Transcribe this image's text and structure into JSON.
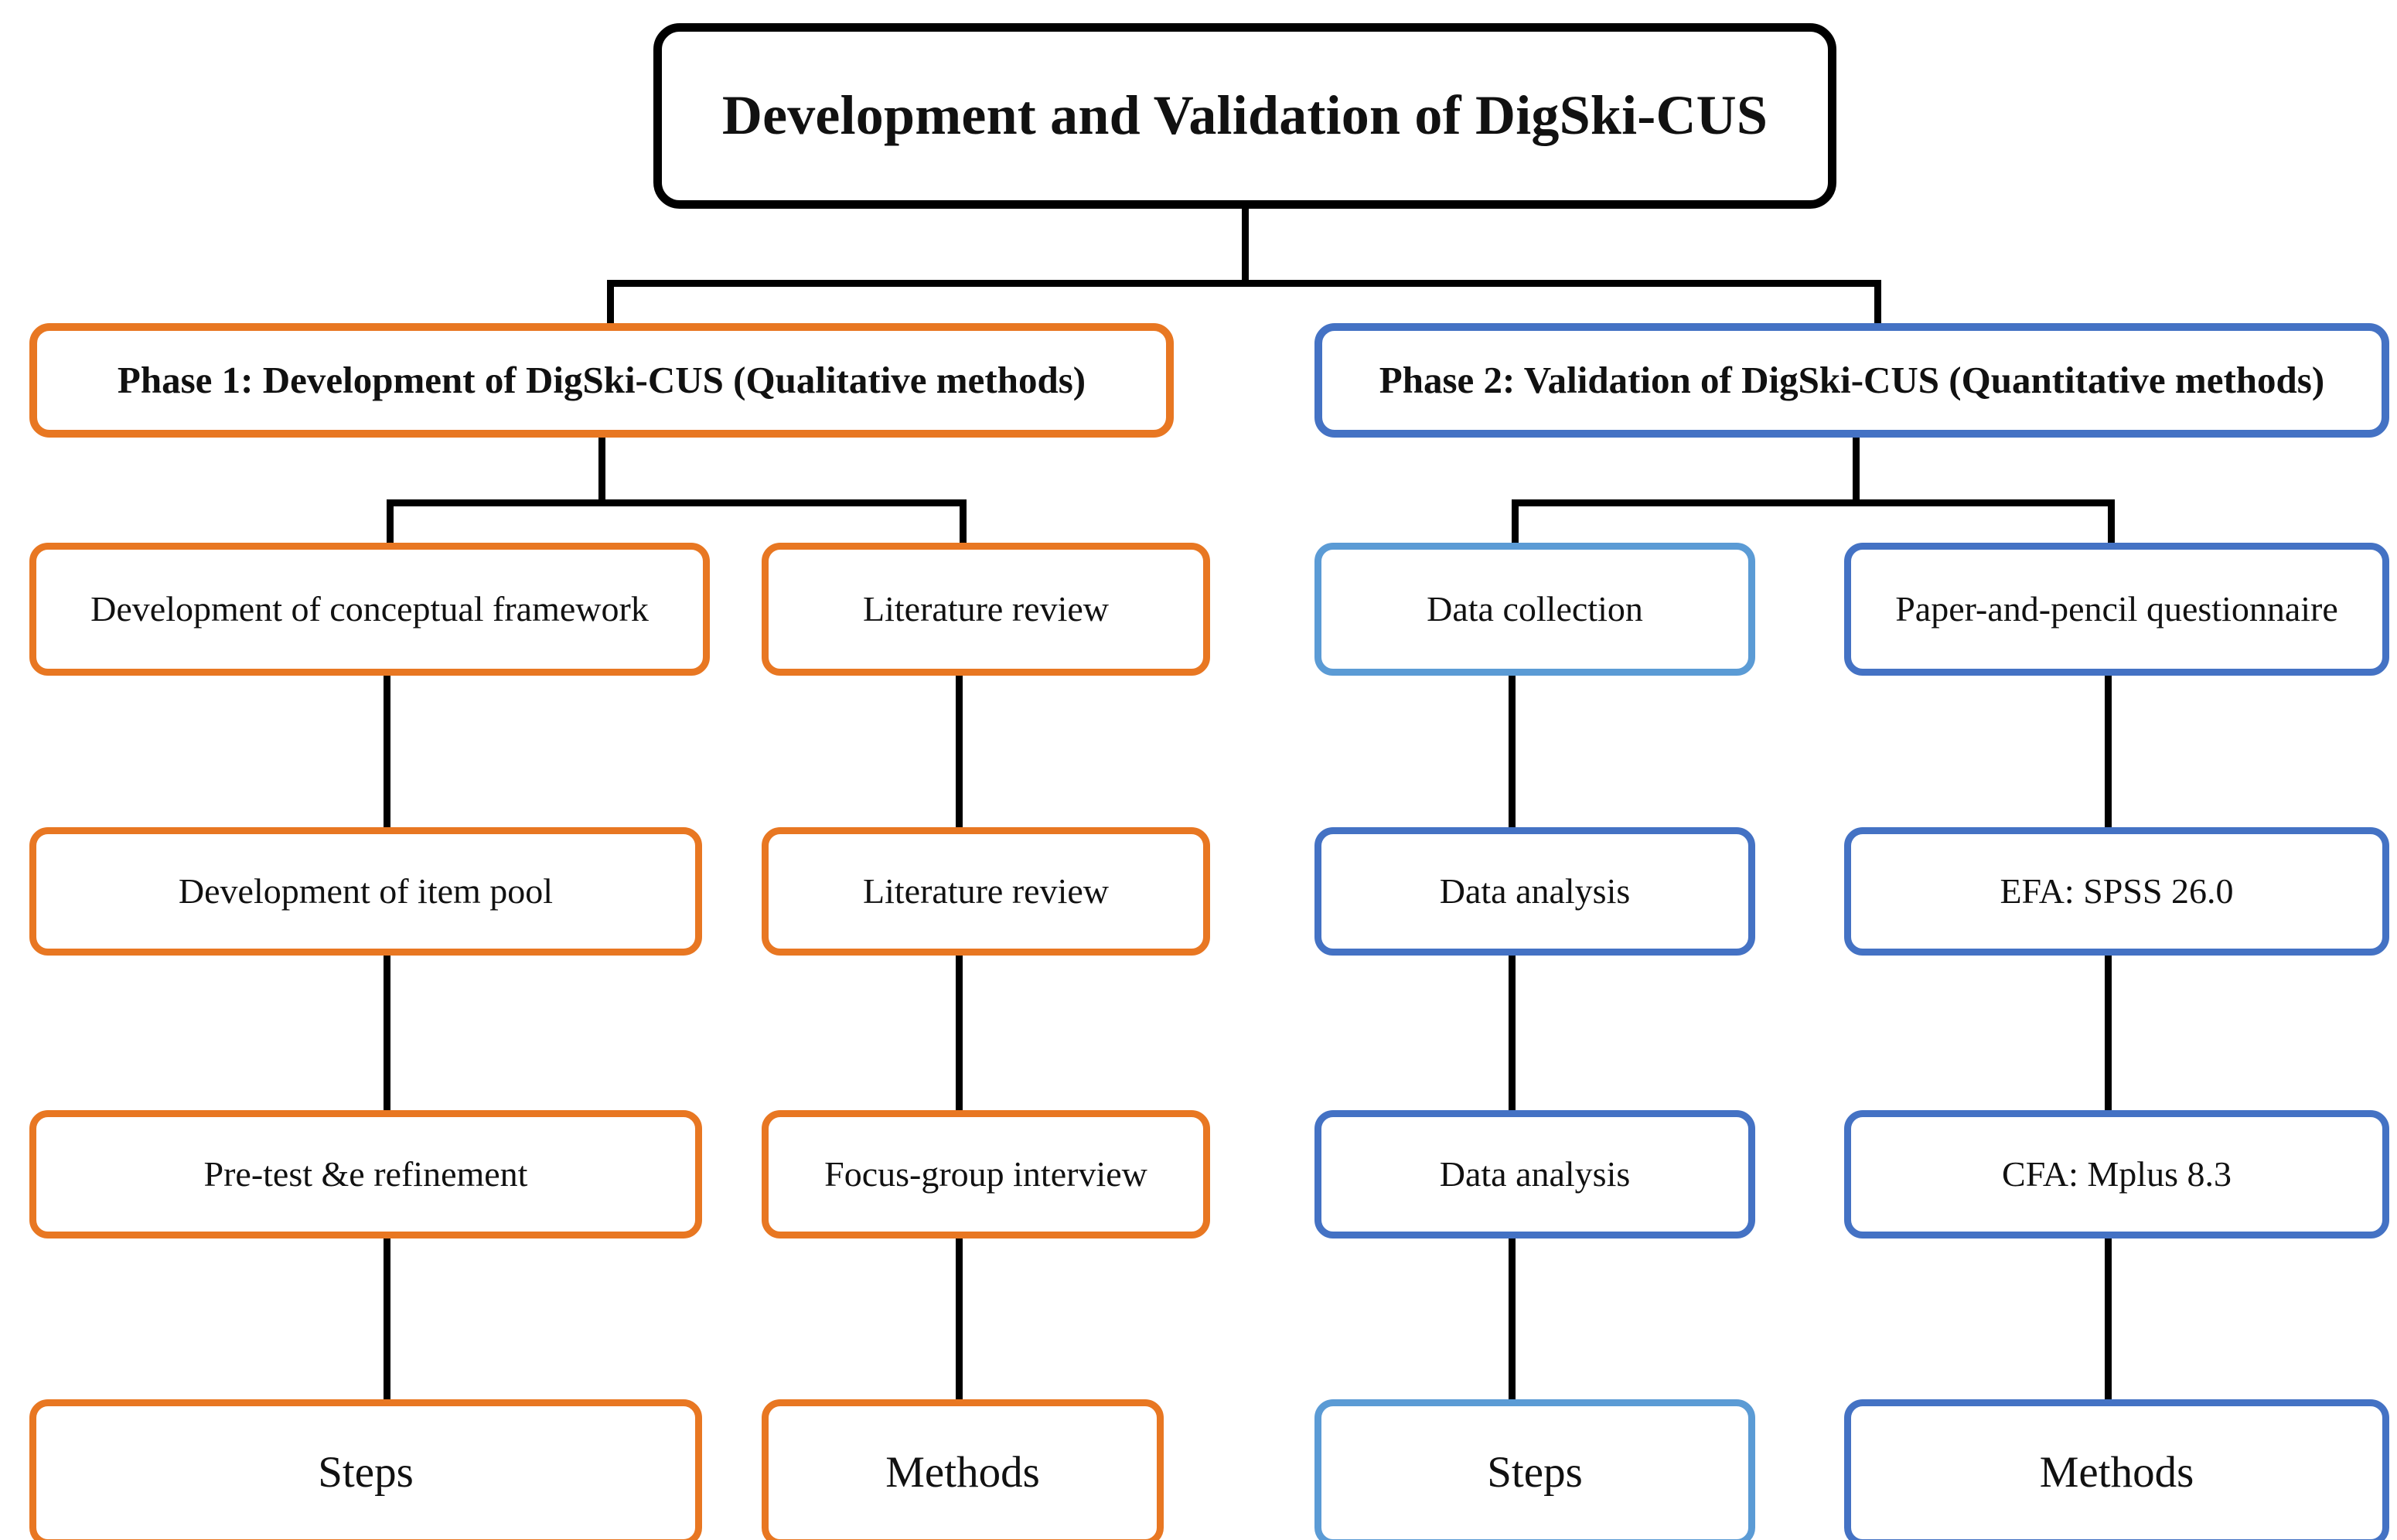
{
  "diagram": {
    "title": "Development and Validation of DigSki-CUS",
    "root": {
      "label": "Development and Validation of DigSki-CUS"
    },
    "colors": {
      "orange": "#E87722",
      "blue": "#4472C4",
      "light_blue": "#5B9BD5",
      "black": "#000000",
      "background": "#FFFFFF"
    },
    "phases": [
      {
        "id": "phase1",
        "label": "Phase 1: Development of DigSki-CUS (Qualitative methods)",
        "color": "#E87722",
        "columns": [
          {
            "id": "phase1-steps",
            "color": "#E87722",
            "nodes": [
              {
                "label": "Development of conceptual framework",
                "color": "#E87722"
              },
              {
                "label": "Development of item pool",
                "color": "#E87722"
              },
              {
                "label": "Pre-test &e refinement",
                "color": "#E87722"
              },
              {
                "label": "Steps",
                "color": "#E87722"
              }
            ]
          },
          {
            "id": "phase1-methods",
            "color": "#E87722",
            "nodes": [
              {
                "label": "Literature review",
                "color": "#E87722"
              },
              {
                "label": "Literature review",
                "color": "#E87722"
              },
              {
                "label": "Focus-group interview",
                "color": "#E87722"
              },
              {
                "label": "Methods",
                "color": "#E87722"
              }
            ]
          }
        ]
      },
      {
        "id": "phase2",
        "label": "Phase 2: Validation of DigSki-CUS (Quantitative methods)",
        "color": "#4472C4",
        "columns": [
          {
            "id": "phase2-steps",
            "color": "#5B9BD5",
            "nodes": [
              {
                "label": "Data collection",
                "color": "#5B9BD5"
              },
              {
                "label": "Data analysis",
                "color": "#4472C4"
              },
              {
                "label": "Data analysis",
                "color": "#4472C4"
              },
              {
                "label": "Steps",
                "color": "#5B9BD5"
              }
            ]
          },
          {
            "id": "phase2-methods",
            "color": "#4472C4",
            "nodes": [
              {
                "label": "Paper-and-pencil questionnaire",
                "color": "#4472C4"
              },
              {
                "label": "EFA: SPSS 26.0",
                "color": "#4472C4"
              },
              {
                "label": "CFA: Mplus 8.3",
                "color": "#4472C4"
              },
              {
                "label": "Methods",
                "color": "#4472C4"
              }
            ]
          }
        ]
      }
    ]
  }
}
